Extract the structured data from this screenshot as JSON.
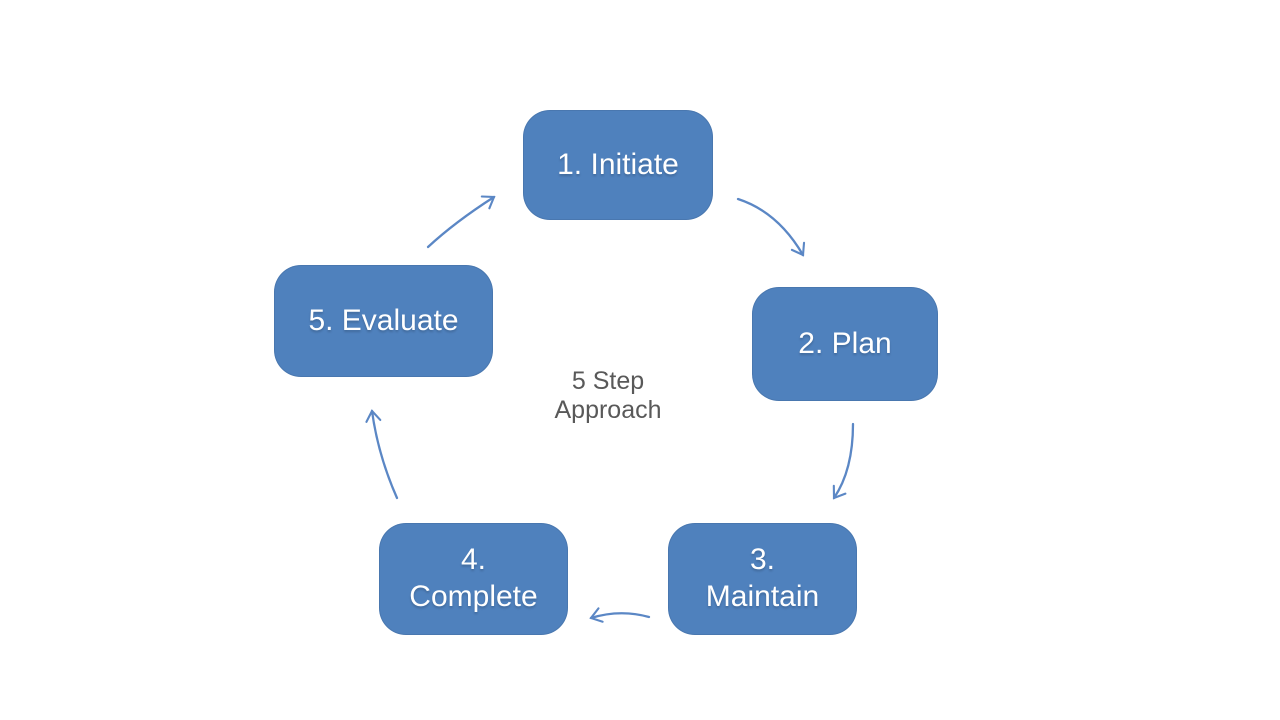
{
  "diagram": {
    "title": "5 Step Approach",
    "steps": [
      {
        "label": "1. Initiate"
      },
      {
        "label": "2. Plan"
      },
      {
        "label": "3. Maintain"
      },
      {
        "label": "4. Complete"
      },
      {
        "label": "5. Evaluate"
      }
    ],
    "arrows": [
      {
        "name": "arrow-evaluate-to-initiate"
      },
      {
        "name": "arrow-initiate-to-plan"
      },
      {
        "name": "arrow-plan-to-maintain"
      },
      {
        "name": "arrow-maintain-to-complete"
      },
      {
        "name": "arrow-complete-to-evaluate"
      }
    ],
    "colors": {
      "box_fill": "#4f81bd",
      "box_text": "#ffffff",
      "arrow": "#5b87c5",
      "center_text": "#595959",
      "background": "#ffffff"
    }
  }
}
